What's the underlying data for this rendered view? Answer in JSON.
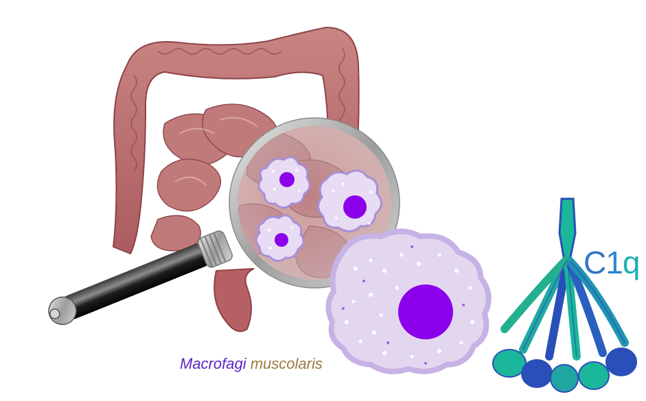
{
  "caption": {
    "word1": "Macrofagi",
    "word2": "muscolaris"
  },
  "protein_label": {
    "chars": [
      "C",
      "1",
      "q"
    ]
  },
  "colors": {
    "caption_word1": "#5b1fc9",
    "caption_word2": "#9a7a3a",
    "intestine": "#b8676a",
    "cell_membrane": "#cbb8e6",
    "cell_nucleus": "#8a00ea",
    "c1q_label": [
      "#2f74c8",
      "#2a86d0",
      "#19b0b3"
    ],
    "protein_green": "#1bb79a",
    "protein_blue": "#2a4fb8"
  }
}
